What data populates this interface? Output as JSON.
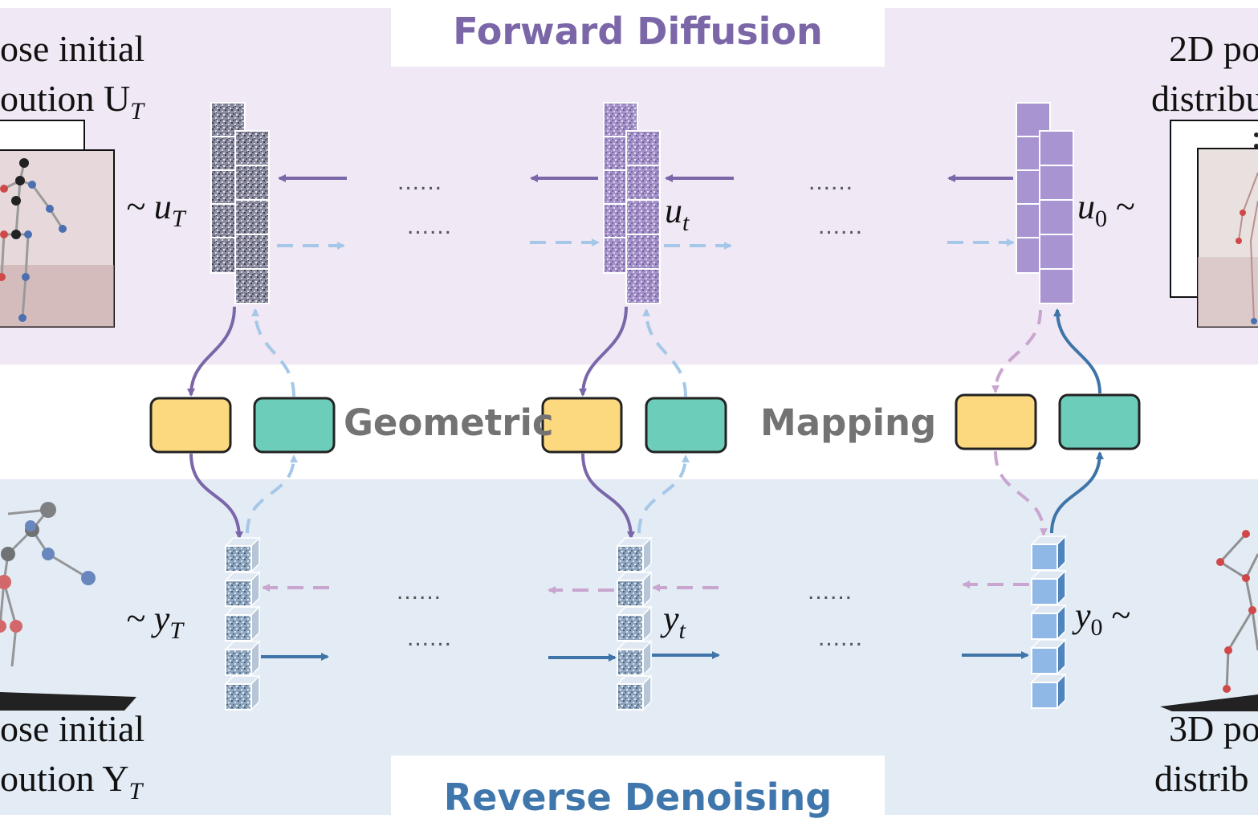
{
  "titles": {
    "forward": "Forward Diffusion",
    "reverse": "Reverse Denoising"
  },
  "geometric_mapping": {
    "word1": "Geometric",
    "word2": "Mapping"
  },
  "distributions": {
    "top_left_line1": "ose initial",
    "top_left_line2": "oution U",
    "top_left_sub": "T",
    "bottom_left_line1": "ose initial",
    "bottom_left_line2": "oution Y",
    "bottom_left_sub": "T",
    "top_right_line1": "2D po",
    "top_right_line2": "distribu",
    "bottom_right_line1": "3D po",
    "bottom_right_line2": "distrib"
  },
  "math_labels": {
    "uT": "~ u",
    "uT_sub": "T",
    "ut": "u",
    "ut_sub": "t",
    "u0": "u",
    "u0_sub": "0",
    "u0_tilde": " ~",
    "yT": "~ y",
    "yT_sub": "T",
    "yt": "y",
    "yt_sub": "t",
    "y0": "y",
    "y0_sub": "0",
    "y0_tilde": " ~"
  },
  "ellipsis": "......",
  "colors": {
    "forward_bg": "#f0e8f4",
    "reverse_bg": "#e3ebf5",
    "forward_title": "#7b66a8",
    "reverse_title": "#3f77ad",
    "purple_arrow": "#7a66a8",
    "light_blue_dashed": "#a6c8e8",
    "pink_dashed": "#c9a5cf",
    "blue_arrow": "#3f74a8",
    "yellow_box": "#fcd97e",
    "teal_box": "#6dcdbb",
    "u0_cells": "#a994d2",
    "y0_cells": "#8fb8e6"
  }
}
